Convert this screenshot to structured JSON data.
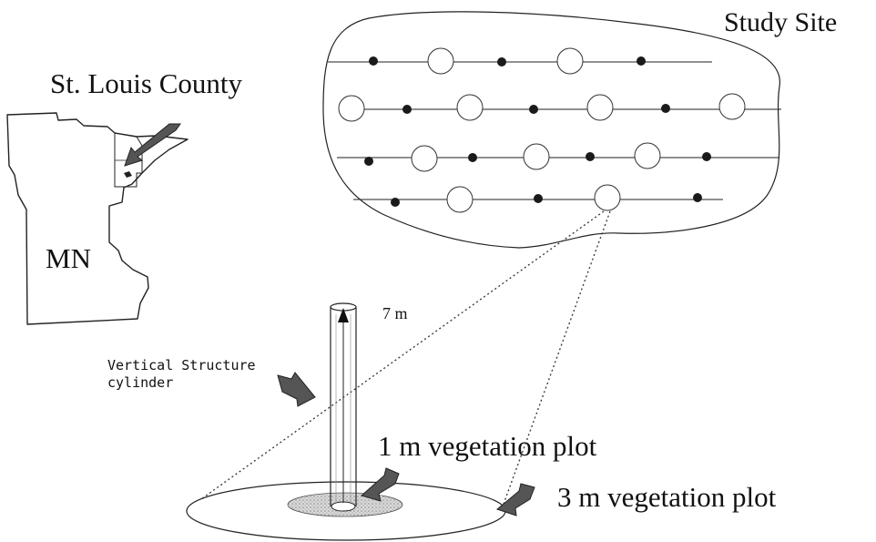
{
  "labels": {
    "study_site": "Study Site",
    "county": "St. Louis County",
    "state": "MN",
    "cylinder_height": "7 m",
    "vertical_structure_line1": "Vertical Structure",
    "vertical_structure_line2": "cylinder",
    "plot_1m": "1 m vegetation plot",
    "plot_3m": "3 m vegetation plot"
  },
  "colors": {
    "ink": "#111111",
    "arrow_fill": "#555555",
    "small_plot_fill": "#c8c8c8"
  }
}
